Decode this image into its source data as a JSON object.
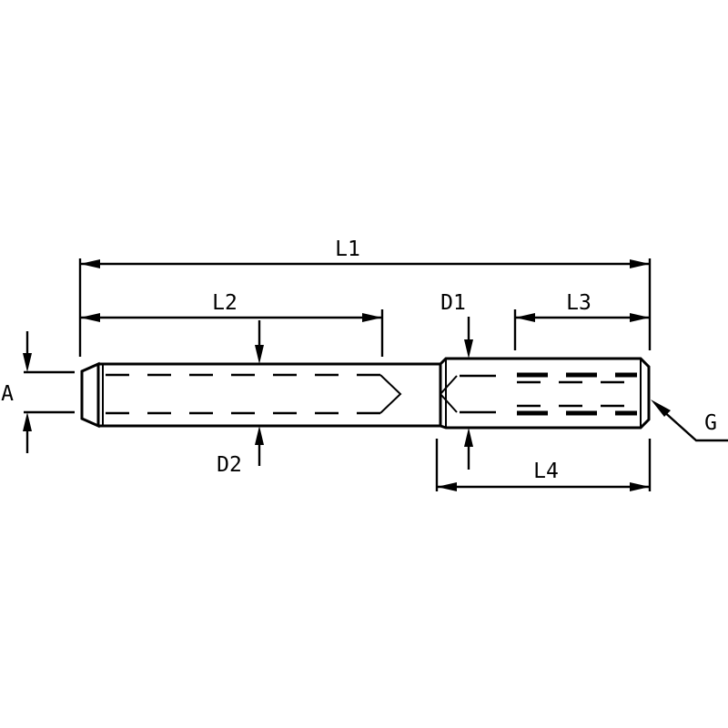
{
  "labels": {
    "L1": "L1",
    "L2": "L2",
    "L3": "L3",
    "L4": "L4",
    "D1": "D1",
    "D2": "D2",
    "A": "A",
    "G": "G"
  }
}
